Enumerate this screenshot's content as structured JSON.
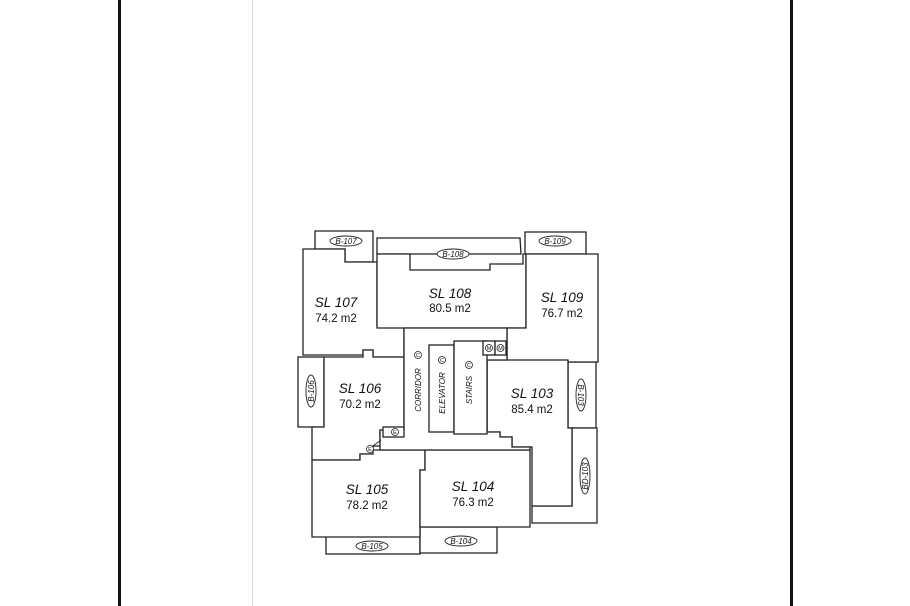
{
  "document": {
    "type": "floor plan",
    "background": "#ffffff",
    "line_color": "#222222"
  },
  "units": [
    {
      "id": "sl107",
      "name": "SL 107",
      "area": "74.2 m2"
    },
    {
      "id": "sl108",
      "name": "SL 108",
      "area": "80.5 m2"
    },
    {
      "id": "sl109",
      "name": "SL 109",
      "area": "76.7 m2"
    },
    {
      "id": "sl106",
      "name": "SL 106",
      "area": "70.2 m2"
    },
    {
      "id": "sl103",
      "name": "SL 103",
      "area": "85.4 m2"
    },
    {
      "id": "sl105",
      "name": "SL 105",
      "area": "78.2 m2"
    },
    {
      "id": "sl104",
      "name": "SL 104",
      "area": "76.3 m2"
    }
  ],
  "balconies": {
    "b107": "B-107",
    "b108": "B-108",
    "b109": "B-109",
    "b106": "B-106",
    "b103": "B-103",
    "bd103": "BD-103",
    "b105": "B-105",
    "b104": "B-104"
  },
  "core": {
    "corridor": "CORRIDOR",
    "elevator": "ELEVATOR",
    "stairs": "STAIRS",
    "common_symbol": "C",
    "meter_symbol": "M",
    "e_symbol": "E"
  }
}
